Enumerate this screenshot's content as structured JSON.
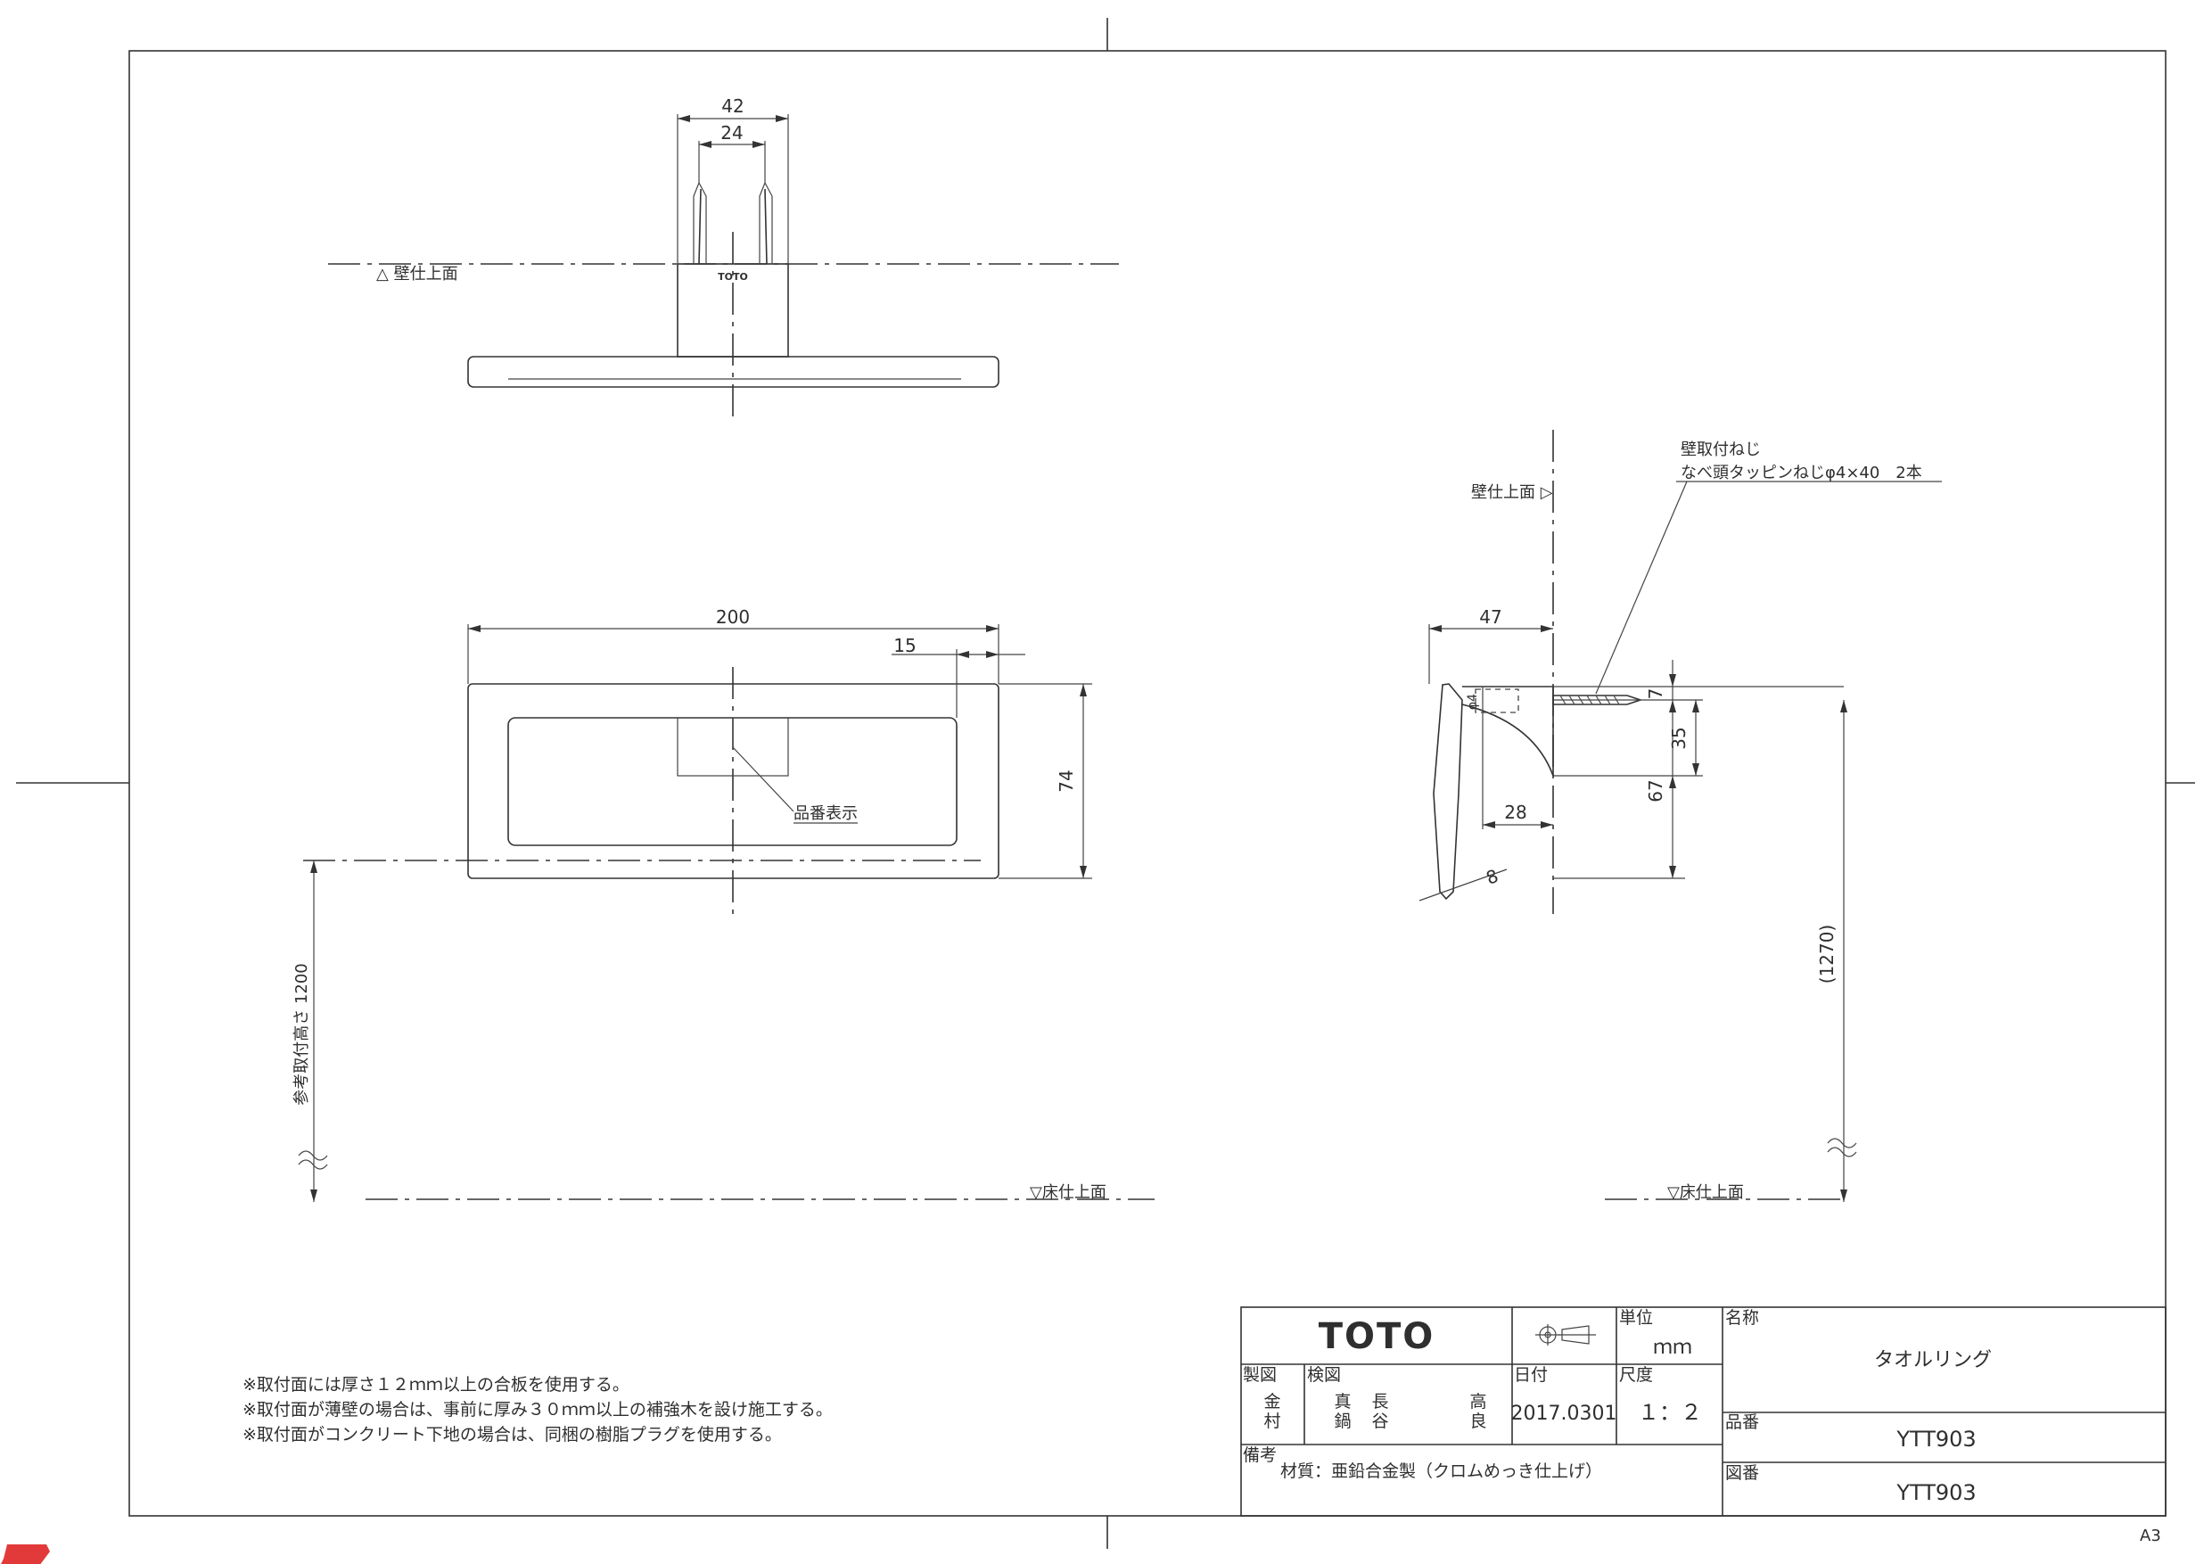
{
  "top_view": {
    "dim_outer": "42",
    "dim_inner": "24",
    "brand_mark": "TOTO",
    "wall_label": "△ 壁仕上面"
  },
  "front_view": {
    "dim_width": "200",
    "dim_edge": "15",
    "dim_height": "74",
    "part_label": "品番表示",
    "mount_height_label": "参考取付高さ 1200",
    "floor_label": "▽床仕上面"
  },
  "side_view": {
    "screw_line1": "壁取付ねじ",
    "screw_line2": "なべ頭タッピンねじφ4×40　2本",
    "wall_label": "壁仕上面 ▷",
    "dim_depth": "47",
    "dim_7": "7",
    "dim_35": "35",
    "dim_67": "67",
    "dim_28": "28",
    "dim_8": "8",
    "dim_phi": "φ4",
    "dim_total": "(1270)",
    "floor_label": "▽床仕上面"
  },
  "notes": [
    "※取付面には厚さ１２ｍｍ以上の合板を使用する。",
    "※取付面が薄壁の場合は、事前に厚み３０ｍｍ以上の補強木を設け施工する。",
    "※取付面がコンクリート下地の場合は、同梱の樹脂プラグを使用する。"
  ],
  "title_block": {
    "logo": "TOTO",
    "unit_label": "単位",
    "unit_value": "ｍｍ",
    "name_label": "名称",
    "name_value": "タオルリング",
    "drawn_label": "製図",
    "drawn_by_1": "金",
    "drawn_by_2": "村",
    "checked_label": "検図",
    "checked_by_1": "真",
    "checked_by_2": "鍋",
    "checked_by_3": "長",
    "checked_by_4": "谷",
    "checked_by_5": "高",
    "checked_by_6": "良",
    "date_label": "日付",
    "date_value": "2017.0301",
    "scale_label": "尺度",
    "scale_value": "１：２",
    "part_no_label": "品番",
    "part_no_value": "YTT903",
    "remarks_label": "備考",
    "remarks_value": "材質：亜鉛合金製（クロムめっき仕上げ）",
    "drawing_no_label": "図番",
    "drawing_no_value": "YTT903"
  },
  "sheet_size": "A3"
}
